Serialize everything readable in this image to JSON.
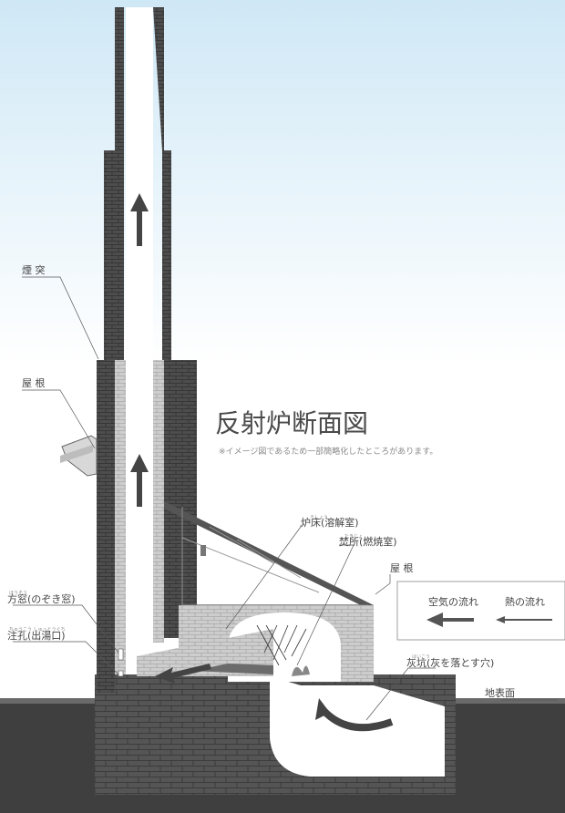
{
  "diagram": {
    "title": "反射炉断面図",
    "subtitle": "※イメージ図であるため一部簡略化したところがあります。",
    "labels": {
      "chimney": "煙 突",
      "roof_left": "屋 根",
      "roof_right": "屋 根",
      "hearth": "炉床(溶解室)",
      "firebox": "焚所(燃焼室)",
      "window": "方窓(のぞき窓)",
      "tap_hole": "注孔(出湯口)",
      "ash_pit": "灰坑(灰を落とす穴)",
      "ground": "地表面"
    },
    "ruby": {
      "hearth": "ろしょう",
      "firebox": "たきじょ",
      "window": "ほうそう",
      "tap_hole": "ちゅうこう しゅっとうぐち",
      "ash_pit": "はいこう"
    },
    "legend": {
      "air_flow": "空気の流れ",
      "heat_flow": "熱の流れ"
    },
    "colors": {
      "sky_top": "#cfe8f6",
      "brick_dark": "#4d4d4d",
      "brick_light": "#c9c9c9",
      "ground": "#3d3d3d",
      "arrow": "#444444"
    }
  }
}
